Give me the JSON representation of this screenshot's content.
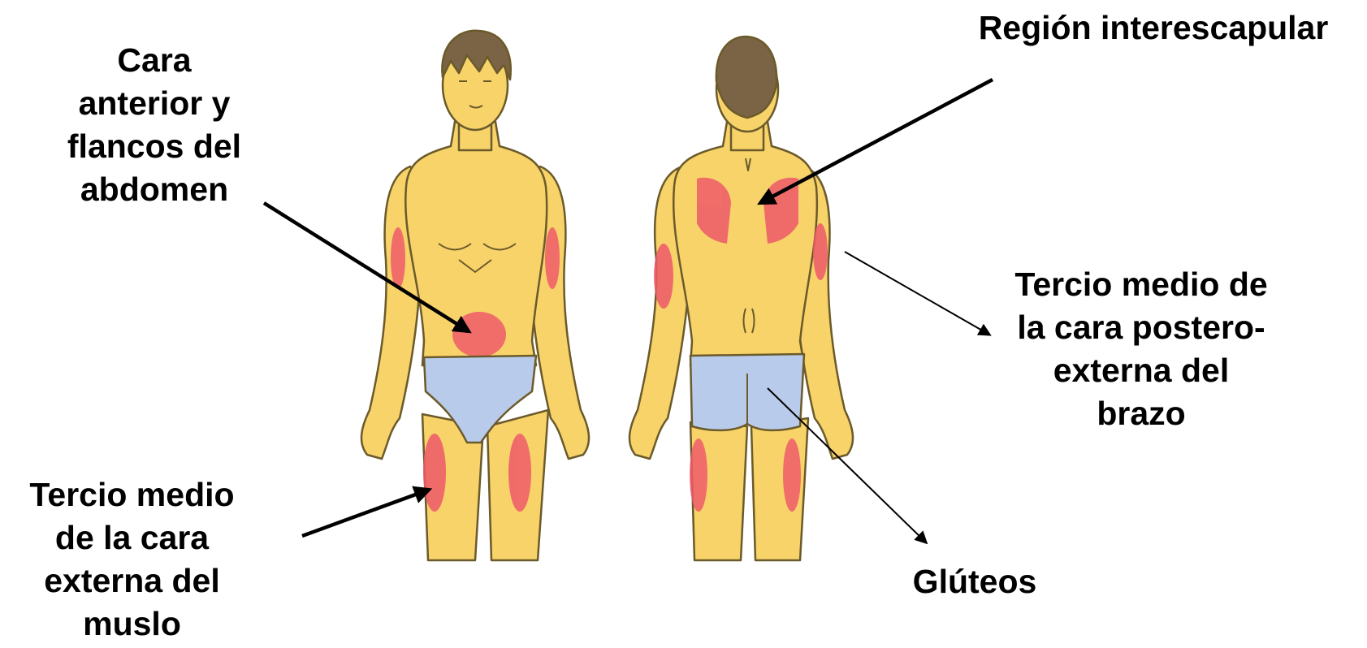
{
  "colors": {
    "skin": "#F7D36A",
    "skin_outline": "#6B5A2A",
    "injection_zone": "#EE5A6A",
    "underwear": "#B9CBEB",
    "hair": "#7A6445",
    "text": "#000000",
    "arrow": "#000000"
  },
  "figures": {
    "front": "front-view-figure",
    "back": "back-view-figure"
  },
  "labels": {
    "abdomen": [
      "Cara",
      "anterior y",
      "flancos del",
      "abdomen"
    ],
    "interscapular": [
      "Región interescapular"
    ],
    "arm": [
      "Tercio medio de",
      "la cara postero-",
      "externa del",
      "brazo"
    ],
    "thigh": [
      "Tercio medio",
      "de la cara",
      "externa del",
      "muslo"
    ],
    "gluteal": [
      "Glúteos"
    ]
  }
}
